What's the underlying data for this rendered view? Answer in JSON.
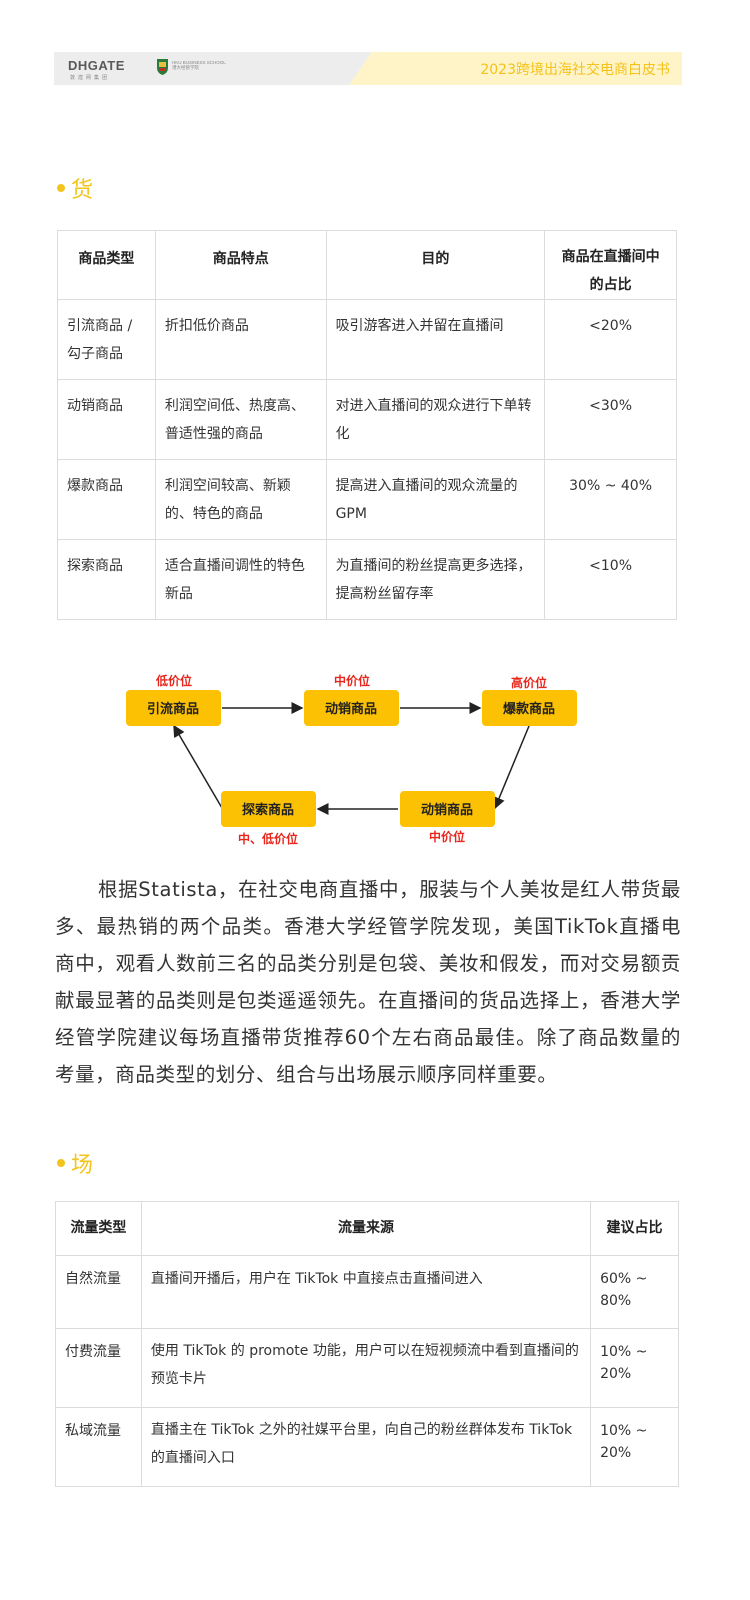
{
  "header": {
    "logo_dhgate": "DHGATE",
    "logo_dhgate_sub": "敦煌网集团",
    "logo_hku": "HKU BUSINESS SCHOOL",
    "logo_hku_sub": "港大经管学院",
    "title": "2023跨境出海社交电商白皮书"
  },
  "section1": {
    "title": "货",
    "table": {
      "headers": [
        "商品类型",
        "商品特点",
        "目的",
        "商品在直播间中的占比"
      ],
      "rows": [
        [
          "引流商品 / 勾子商品",
          "折扣低价商品",
          "吸引游客进入并留在直播间",
          "<20%"
        ],
        [
          "动销商品",
          "利润空间低、热度高、普适性强的商品",
          "对进入直播间的观众进行下单转化",
          "<30%"
        ],
        [
          "爆款商品",
          "利润空间较高、新颖的、特色的商品",
          "提高进入直播间的观众流量的 GPM",
          "30% ~ 40%"
        ],
        [
          "探索商品",
          "适合直播间调性的特色新品",
          "为直播间的粉丝提高更多选择，提高粉丝留存率",
          "<10%"
        ]
      ]
    }
  },
  "diagram": {
    "nodes": [
      {
        "label": "引流商品",
        "price": "低价位"
      },
      {
        "label": "动销商品",
        "price": "中价位"
      },
      {
        "label": "爆款商品",
        "price": "高价位"
      },
      {
        "label": "动销商品",
        "price": "中价位"
      },
      {
        "label": "探索商品",
        "price": "中、低价位"
      }
    ],
    "colors": {
      "box": "#fcc102",
      "price": "#e8261c",
      "arrow": "#222222"
    }
  },
  "paragraph": "根据Statista，在社交电商直播中，服装与个人美妆是红人带货最多、最热销的两个品类。香港大学经管学院发现，美国TikTok直播电商中，观看人数前三名的品类分别是包袋、美妆和假发，而对交易额贡献最显著的品类则是包类遥遥领先。在直播间的货品选择上，香港大学经管学院建议每场直播带货推荐60个左右商品最佳。除了商品数量的考量，商品类型的划分、组合与出场展示顺序同样重要。",
  "section2": {
    "title": "场",
    "table": {
      "headers": [
        "流量类型",
        "流量来源",
        "建议占比"
      ],
      "rows": [
        [
          "自然流量",
          "直播间开播后，用户在 TikTok 中直接点击直播间进入",
          "60% ~ 80%"
        ],
        [
          "付费流量",
          "使用 TikTok 的 promote 功能，用户可以在短视频流中看到直播间的预览卡片",
          "10% ~ 20%"
        ],
        [
          "私域流量",
          "直播主在 TikTok 之外的社媒平台里，向自己的粉丝群体发布 TikTok 的直播间入口",
          "10% ~ 20%"
        ]
      ]
    }
  },
  "accent_color": "#f2c41c"
}
